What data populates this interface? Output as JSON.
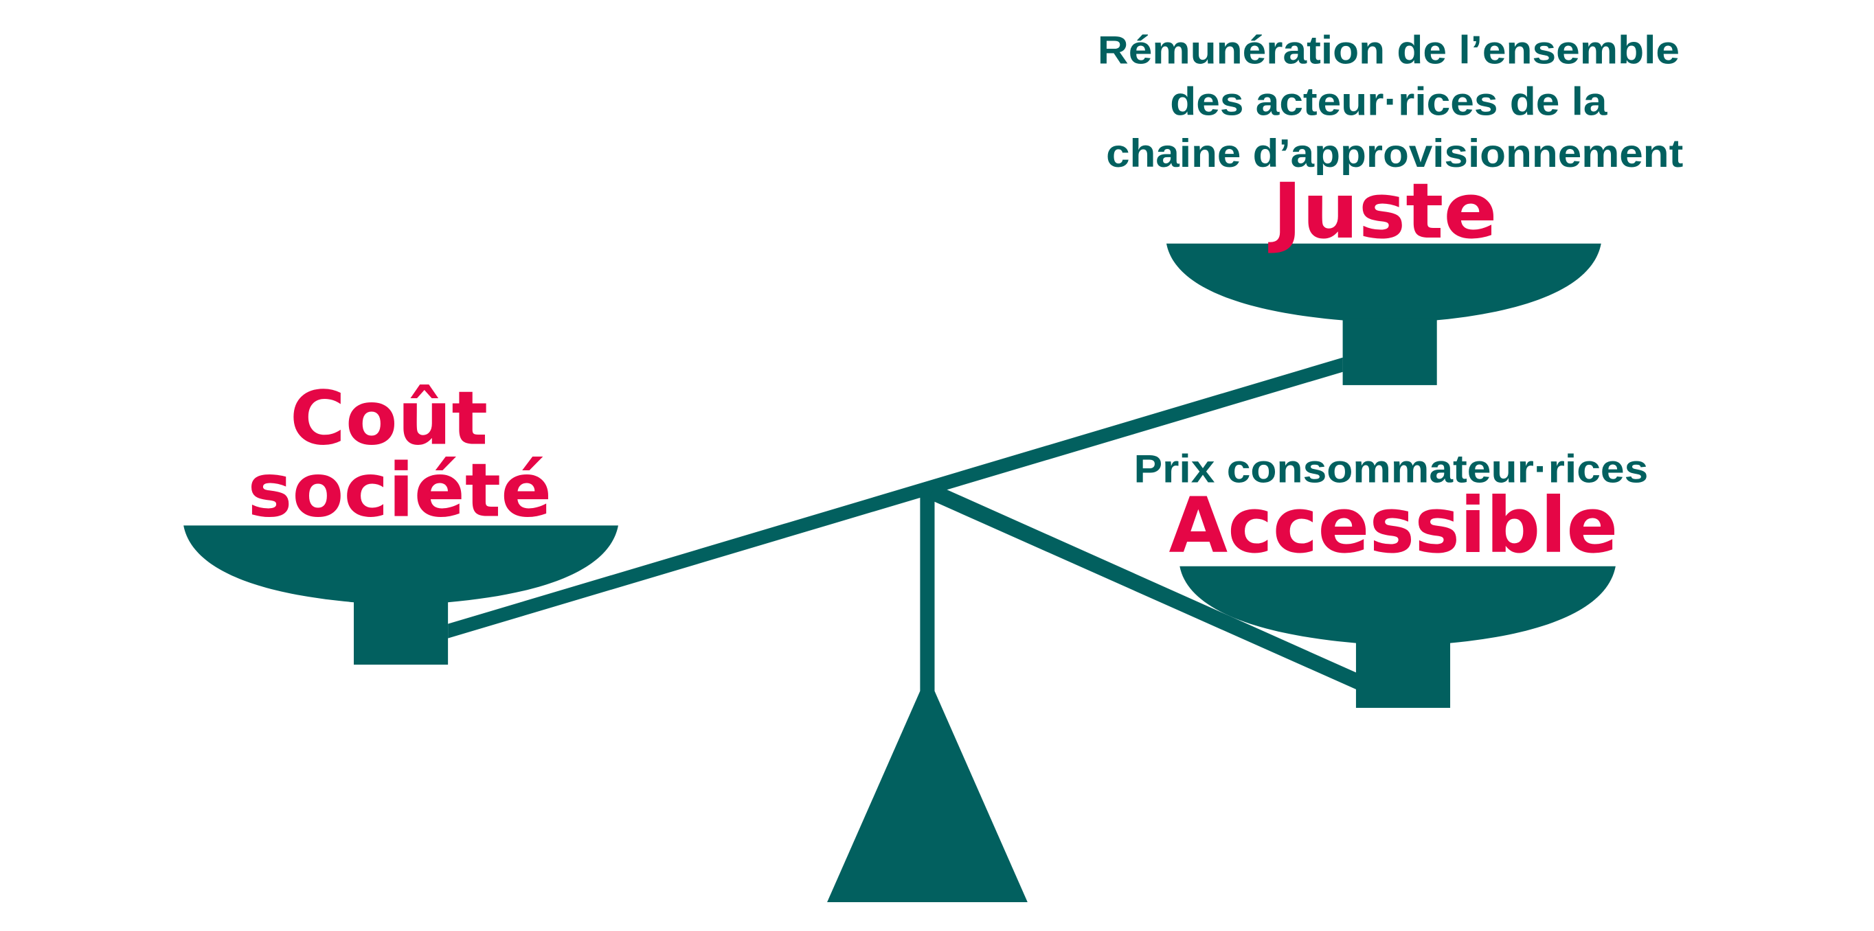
{
  "colors": {
    "structure": "#02605f",
    "subtitle": "#02605f",
    "keyword": "#e50646",
    "background": "#ffffff"
  },
  "left_pan": {
    "keyword_lines": [
      "Coût",
      "société"
    ]
  },
  "top_right_pan": {
    "subtitle_lines": [
      "Rémunération de l’ensemble",
      "des acteur·rices de la",
      "chaine d’approvisionnement"
    ],
    "keyword": "Juste"
  },
  "bottom_right_pan": {
    "subtitle_lines": [
      "Prix consommateur·rices"
    ],
    "keyword": "Accessible"
  }
}
